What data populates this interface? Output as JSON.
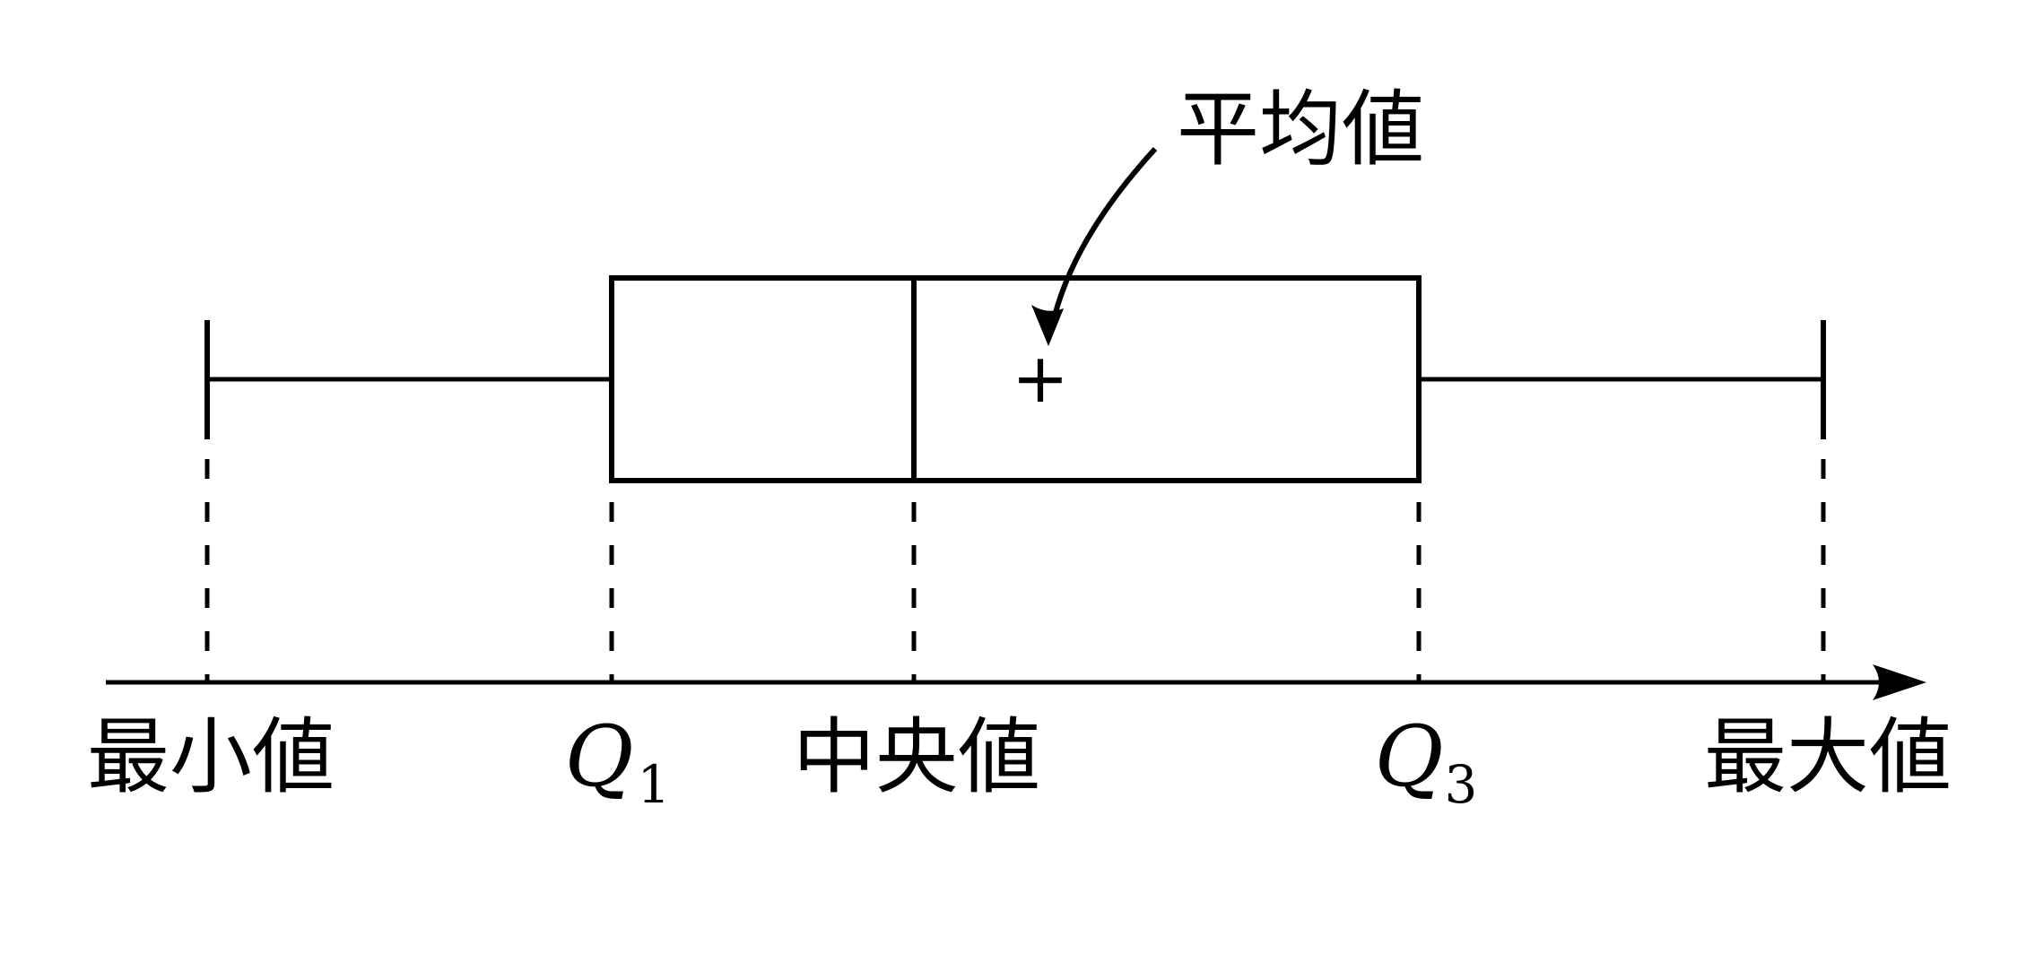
{
  "diagram": {
    "type": "boxplot-anatomy",
    "ink_color": "#000000",
    "background_color": "#ffffff",
    "mean_annotation": {
      "label": "平均値",
      "marker": "+"
    },
    "axis_labels": {
      "min": "最小値",
      "q1_base": "Q",
      "q1_sub": "1",
      "median": "中央値",
      "q3_base": "Q",
      "q3_sub": "3",
      "max": "最大値"
    }
  }
}
